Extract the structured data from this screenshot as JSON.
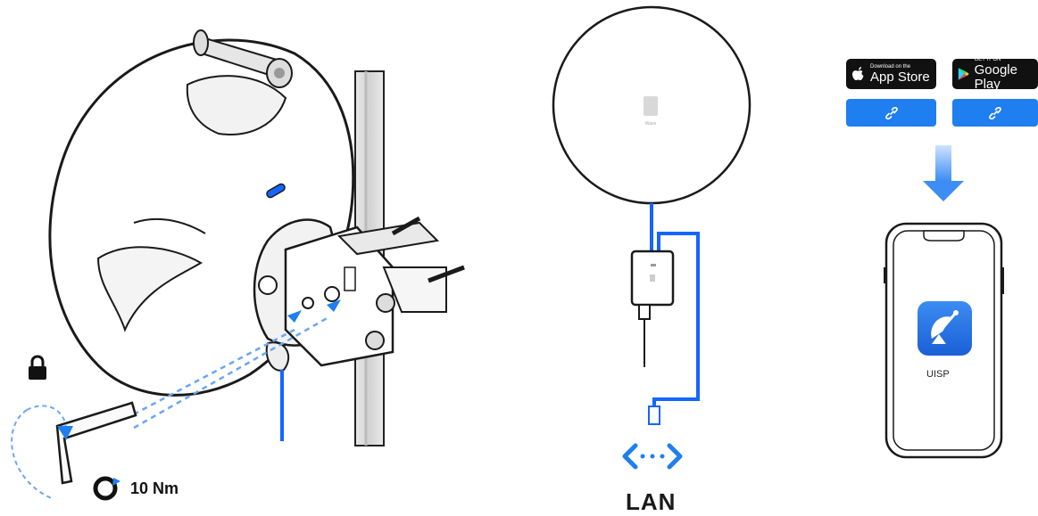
{
  "torque": {
    "value": "10 Nm"
  },
  "network": {
    "label": "LAN"
  },
  "stores": {
    "app_store_small": "Download on the",
    "app_store_big": "App Store",
    "google_play_small": "GET IT ON",
    "google_play_big": "Google Play"
  },
  "app": {
    "name": "UISP"
  },
  "colors": {
    "accent": "#1f7ef0",
    "line": "#1a1a1a",
    "cable": "#1565ff"
  },
  "icons": {
    "lock": "lock-icon",
    "link": "link-icon",
    "apple": "apple-icon",
    "play": "google-play-icon",
    "torque": "torque-icon",
    "network": "network-icon",
    "arrow": "arrow-down-icon"
  }
}
